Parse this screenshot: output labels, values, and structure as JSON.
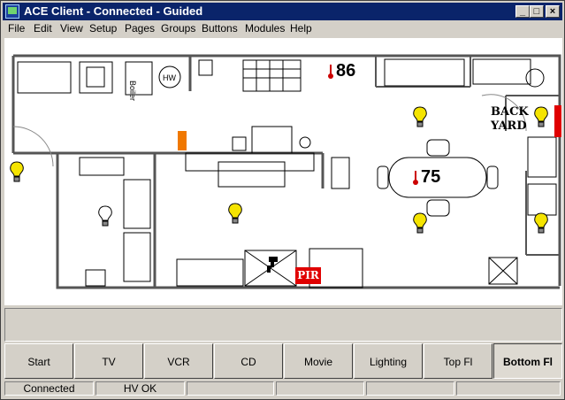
{
  "window": {
    "title": "ACE Client - Connected - Guided",
    "controls": {
      "minimize": "_",
      "maximize": "□",
      "close": "×"
    }
  },
  "menu": [
    {
      "label": "File"
    },
    {
      "label": "Edit"
    },
    {
      "label": "View"
    },
    {
      "label": "Setup"
    },
    {
      "label": "Pages"
    },
    {
      "label": "Groups"
    },
    {
      "label": "Buttons"
    },
    {
      "label": "Modules"
    },
    {
      "label": "Help"
    }
  ],
  "floorplan": {
    "temps": {
      "hall": "86",
      "dining": "75"
    },
    "backyard": [
      "BACK",
      "YARD"
    ],
    "pir": "PIR",
    "colors": {
      "bulb": "#f5e400",
      "alert": "#e00000",
      "door_sensor": "#f07800"
    },
    "icons": [
      "lightbulb-icon",
      "thermometer-icon",
      "motion-sensor-icon",
      "boiler-icon",
      "water-heater-icon"
    ]
  },
  "tabs": [
    {
      "label": "Start"
    },
    {
      "label": "TV"
    },
    {
      "label": "VCR"
    },
    {
      "label": "CD"
    },
    {
      "label": "Movie"
    },
    {
      "label": "Lighting"
    },
    {
      "label": "Top Fl"
    },
    {
      "label": "Bottom Fl"
    }
  ],
  "active_tab": "Bottom Fl",
  "status": [
    "Connected",
    "HV OK",
    "",
    "",
    "",
    ""
  ]
}
